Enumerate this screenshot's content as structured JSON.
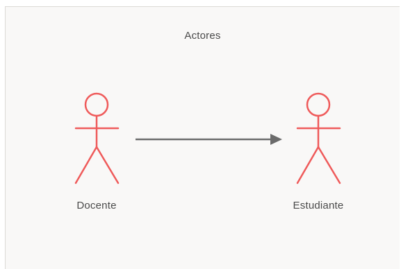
{
  "diagram": {
    "title": "Actores",
    "actors": [
      {
        "id": "docente",
        "label": "Docente"
      },
      {
        "id": "estudiante",
        "label": "Estudiante"
      }
    ],
    "relations": [
      {
        "from": "docente",
        "to": "estudiante",
        "type": "directed-association"
      }
    ],
    "colors": {
      "actor_stroke": "#ef5a5a",
      "arrow": "#6b6b6b",
      "frame_background": "#f9f8f7",
      "frame_border": "#dcdad6",
      "text": "#4a4a4a"
    }
  }
}
